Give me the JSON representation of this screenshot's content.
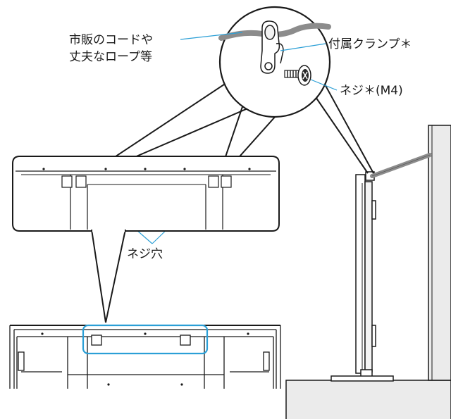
{
  "labels": {
    "cord_line1": "市販のコードや",
    "cord_line2": "丈夫なロープ等",
    "clamp": "付属クランプ＊",
    "screw": "ネジ＊(M4)",
    "screw_hole": "ネジ穴"
  },
  "colors": {
    "leader": "#2b9fd6",
    "highlight": "#2b9fd6",
    "rope": "#8c8c8c",
    "wall_fill": "#ebebeb",
    "line": "#1a1a1a"
  }
}
